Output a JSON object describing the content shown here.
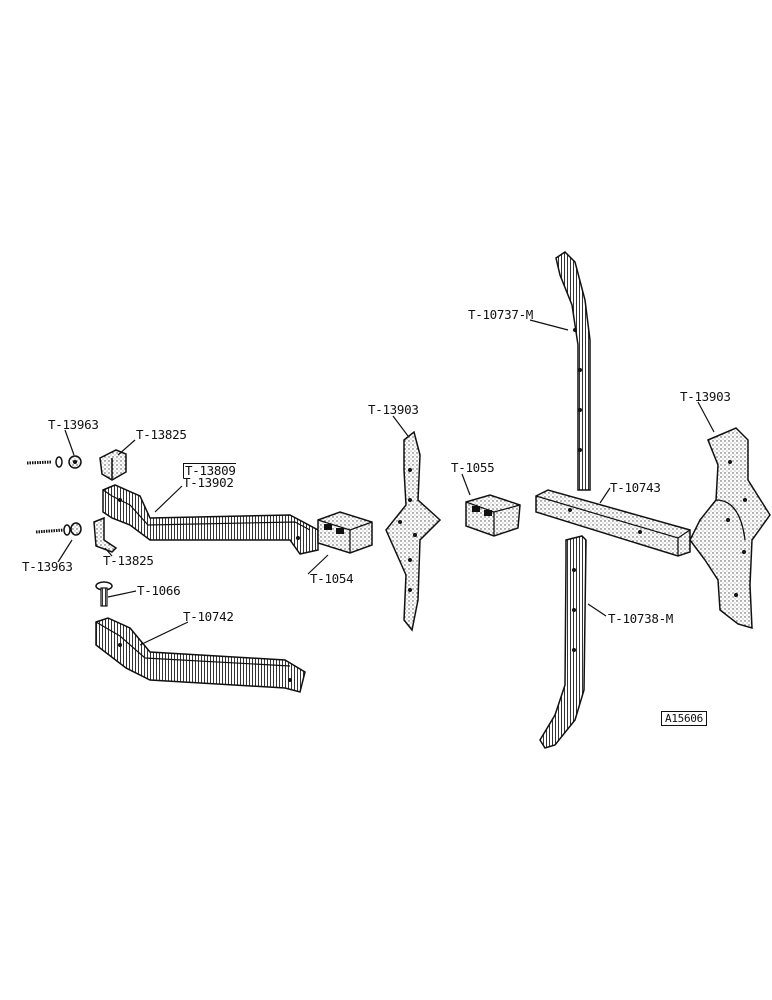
{
  "labels": {
    "t13963_top": "T-13963",
    "t13825_top": "T-13825",
    "t13809": "T-13809",
    "t13902": "T-13902",
    "t13963_bottom": "T-13963",
    "t13825_bottom": "T-13825",
    "t1066": "T-1066",
    "t10742": "T-10742",
    "t1054": "T-1054",
    "t13903_left": "T-13903",
    "t1055": "T-1055",
    "t10737m": "T-10737-M",
    "t10743": "T-10743",
    "t10738m": "T-10738-M",
    "t13903_right": "T-13903"
  },
  "figure_ref": "A15606",
  "colors": {
    "ink": "#111111",
    "paper": "#ffffff",
    "shade": "#555555"
  }
}
